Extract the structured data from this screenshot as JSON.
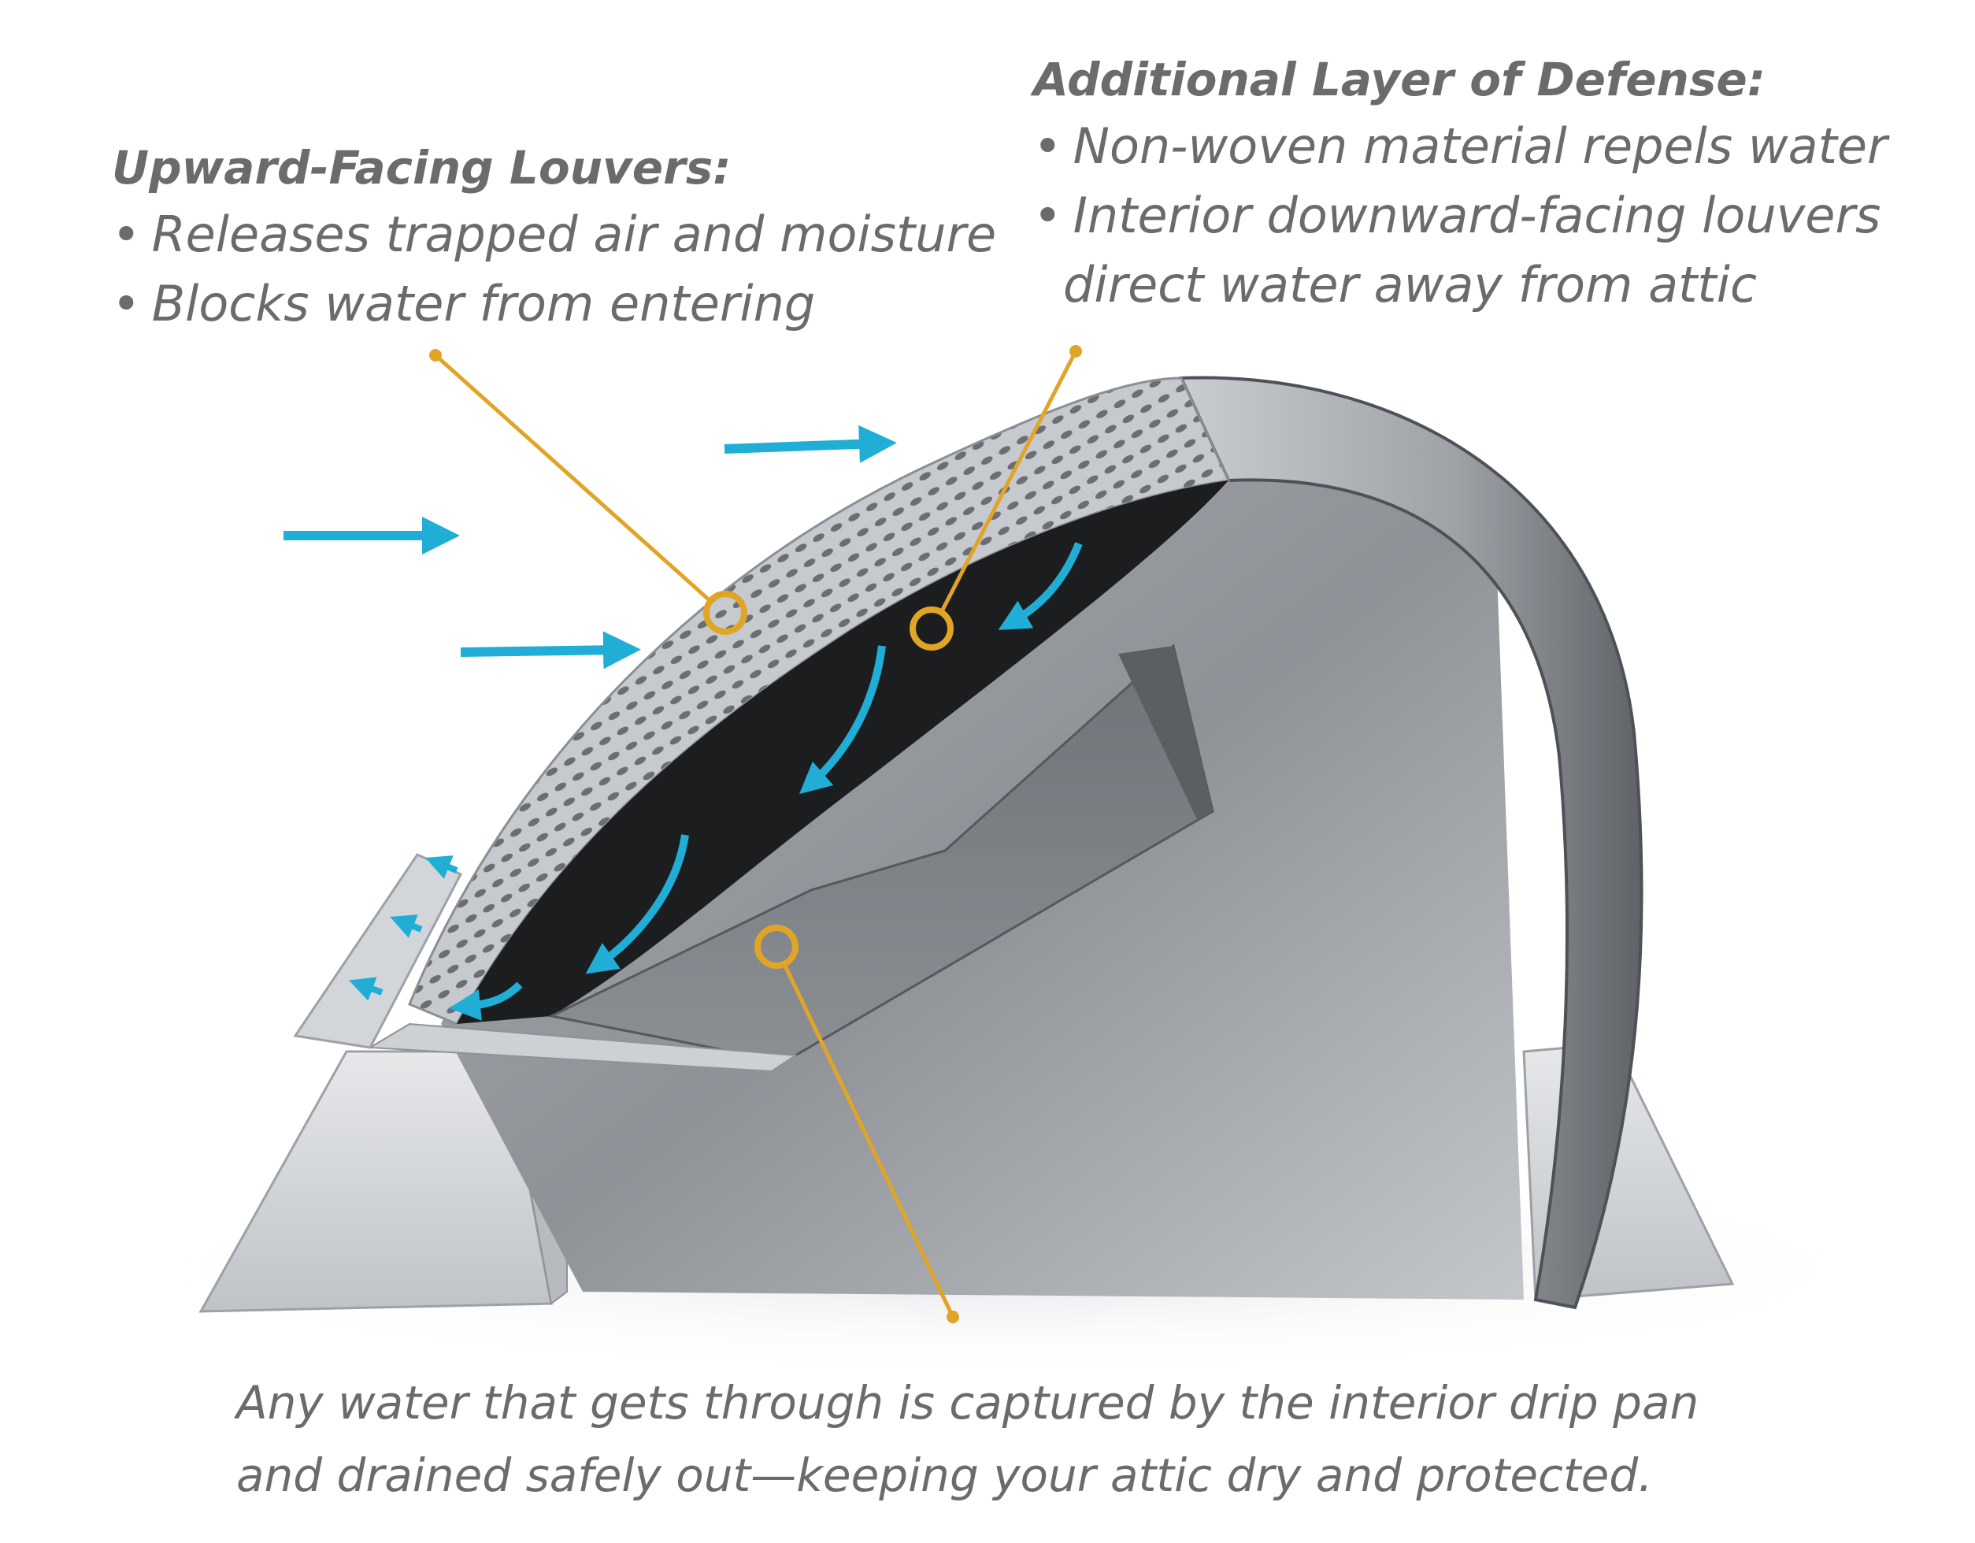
{
  "left_callout": {
    "heading": "Upward-Facing Louvers:",
    "bullets": [
      "Releases trapped air and moisture",
      "Blocks water from entering"
    ]
  },
  "right_callout": {
    "heading": "Additional Layer of Defense:",
    "bullets": [
      "Non-woven material repels water",
      "Interior downward-facing louvers",
      "direct water away from attic"
    ]
  },
  "caption": {
    "line1": "Any water that gets through is captured by the interior drip pan",
    "line2": "and drained safely out—keeping your attic dry and protected."
  },
  "bullet_glyph": "•",
  "colors": {
    "text": "#6b6b6b",
    "leader": "#e0a526",
    "arrow": "#21aed6",
    "metal_light": "#d4d8dc",
    "metal_dark": "#7d8085",
    "filter_fabric": "#1c1d1f"
  }
}
